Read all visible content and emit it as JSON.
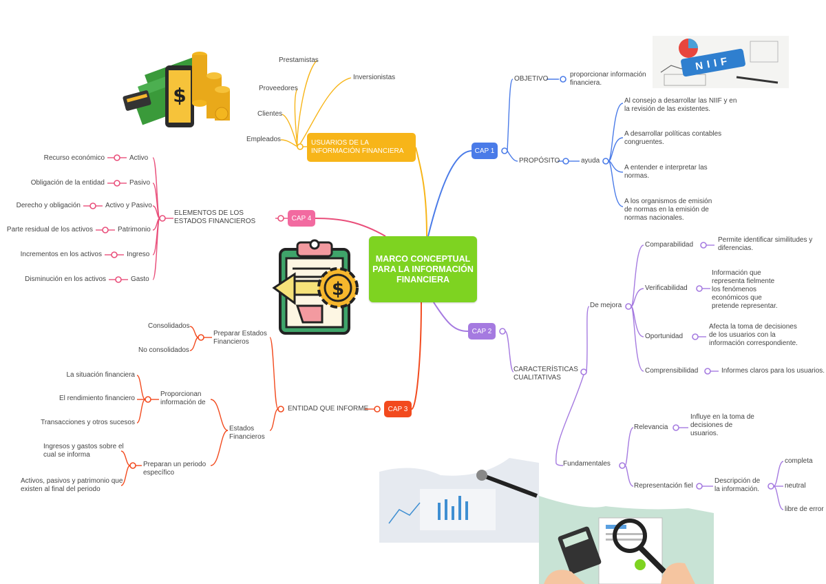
{
  "central": "MARCO CONCEPTUAL PARA LA INFORMACIÓN FINANCIERA",
  "colors": {
    "blue": "#4a7be8",
    "purple": "#a57ae0",
    "red": "#f24a1e",
    "pink": "#e94e7a",
    "orange": "#f7b519",
    "green": "#7ed321"
  },
  "cap1": {
    "label": "CAP 1",
    "objetivo": "OBJETIVO",
    "objetivo_text": "proporcionar información financiera.",
    "proposito": "PROPÓSITO",
    "ayuda": "ayuda",
    "items": [
      "Al consejo a desarrollar las NIIF y en la revisión de las existentes.",
      "A desarrollar políticas contables congruentes.",
      "A entender e interpretar las normas.",
      "A los organismos de emisión de normas en la emisión de normas nacionales."
    ]
  },
  "cap2": {
    "label": "CAP 2",
    "caracteristicas": "CARACTERÍSTICAS CUALITATIVAS",
    "de_mejora": "De mejora",
    "mejora": [
      {
        "name": "Comparabilidad",
        "desc": "Permite identificar similitudes y diferencias."
      },
      {
        "name": "Verificabilidad",
        "desc": "Información que representa fielmente los fenómenos económicos que pretende representar."
      },
      {
        "name": "Oportunidad",
        "desc": "Afecta la toma de decisiones de los usuarios con la información correspondiente."
      },
      {
        "name": "Comprensibilidad",
        "desc": "Informes claros para los usuarios."
      }
    ],
    "fundamentales": "Fundamentales",
    "relevancia": "Relevancia",
    "relevancia_desc": "Influye en la toma de decisiones de usuarios.",
    "representacion": "Representación fiel",
    "representacion_desc": "Descripción de la información.",
    "rep_items": [
      "completa",
      "neutral",
      "libre de error"
    ]
  },
  "cap3": {
    "label": "CAP 3",
    "entidad": "ENTIDAD QUE INFORME",
    "preparar": "Preparar Estados Financieros",
    "preparar_items": [
      "Consolidados",
      "No consolidados"
    ],
    "estados": "Estados Financieros",
    "proporcionan": "Proporcionan información de",
    "proporcionan_items": [
      "La situación financiera",
      "El rendimiento financiero",
      "Transacciones y otros sucesos"
    ],
    "preparan": "Preparan un periodo específico",
    "preparan_items": [
      "Ingresos y gastos sobre el cual se informa",
      "Activos, pasivos y patrimonio que existen al final del periodo"
    ]
  },
  "cap4": {
    "label": "CAP 4",
    "elementos": "ELEMENTOS DE LOS ESTADOS FINANCIEROS",
    "items": [
      {
        "name": "Activo",
        "desc": "Recurso económico"
      },
      {
        "name": "Pasivo",
        "desc": "Obligación de la entidad"
      },
      {
        "name": "Activo y Pasivo",
        "desc": "Derecho y obligación"
      },
      {
        "name": "Patrimonio",
        "desc": "Parte residual de los activos"
      },
      {
        "name": "Ingreso",
        "desc": "Incrementos en los activos"
      },
      {
        "name": "Gasto",
        "desc": "Disminución en los activos"
      }
    ]
  },
  "usuarios": {
    "label": "USUARIOS DE LA INFORMACIÓN FINANCIERA",
    "items": [
      "Prestamistas",
      "Inversionistas",
      "Proveedores",
      "Clientes",
      "Empleados"
    ]
  },
  "niif_logo": "NIIF"
}
